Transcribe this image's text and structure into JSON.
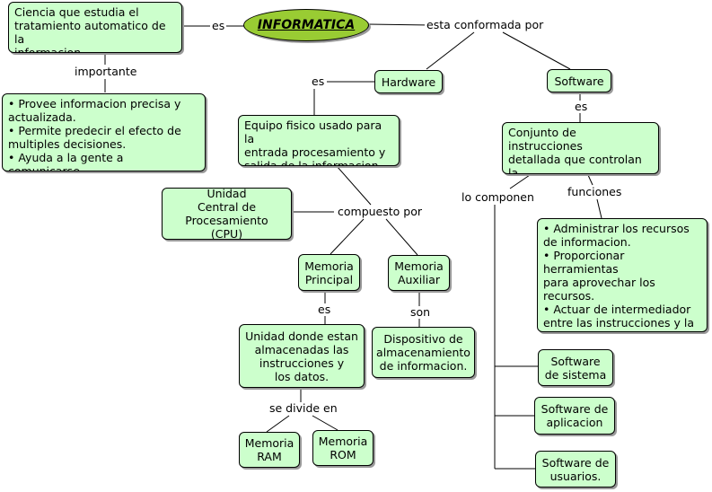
{
  "center": "INFORMATICA",
  "nodes": {
    "definicion": "Ciencia que estudia el\ntratamiento automatico de la\ninformacion",
    "importancia": "• Provee informacion precisa y\nactualizada.\n• Permite predecir el efecto de\nmultiples decisiones.\n• Ayuda a la gente a comunicarse.",
    "hardware": "Hardware",
    "software": "Software",
    "hw_def": "Equipo fisico usado para la\nentrada procesamiento y\nsalida de la informacion",
    "sw_def": "Conjunto de instrucciones\ndetallada que controlan la\ncomputadora.",
    "cpu": "Unidad\nCentral de\nProcesamiento (CPU)",
    "mem_principal": "Memoria\nPrincipal",
    "mem_auxiliar": "Memoria\nAuxiliar",
    "mem_principal_def": "Unidad donde estan\nalmacenadas las\ninstrucciones y\nlos datos.",
    "mem_auxiliar_def": "Dispositivo de\nalmacenamiento\nde informacion.",
    "ram": "Memoria\nRAM",
    "rom": "Memoria\nROM",
    "funciones": "• Administrar los recursos\nde informacion.\n• Proporcionar herramientas\npara aprovechar los\nrecursos.\n• Actuar de intermediador\nentre las instrucciones y la\ninformacion almacenada.",
    "sw_sistema": "Software\nde sistema",
    "sw_aplicacion": "Software de\naplicacion",
    "sw_usuarios": "Software de\nusuarios."
  },
  "labels": {
    "es_center": "es",
    "esta_conformada": "esta conformada por",
    "importante": "importante",
    "es_hw": "es",
    "es_sw": "es",
    "compuesto_por": "compuesto por",
    "lo_componen": "lo componen",
    "funciones": "funciones",
    "es_mem": "es",
    "son": "son",
    "se_divide_en": "se divide en"
  }
}
